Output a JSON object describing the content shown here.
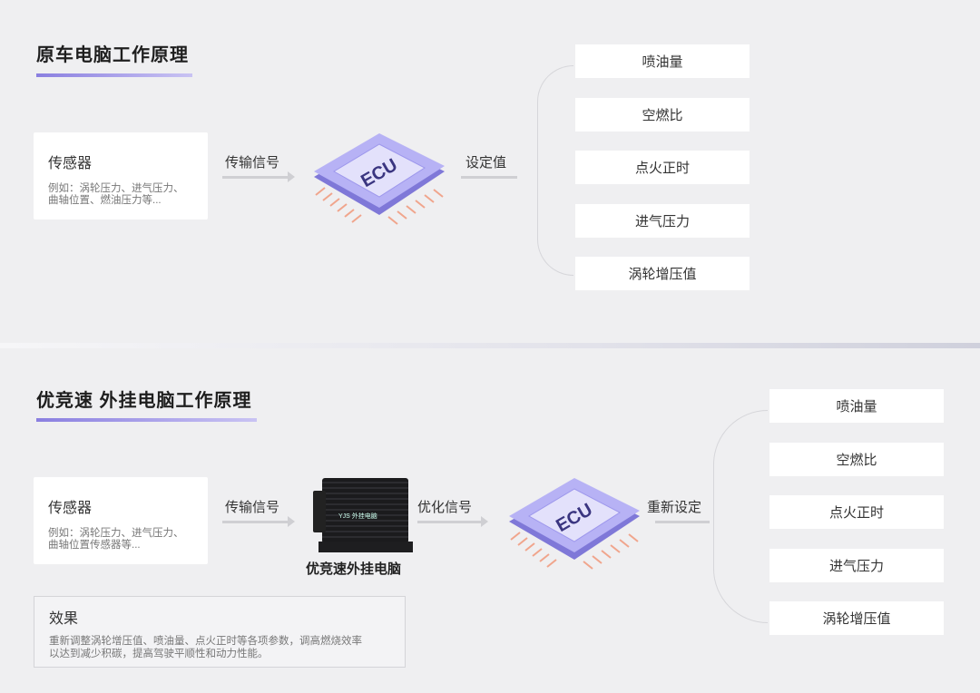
{
  "top": {
    "title": "原车电脑工作原理",
    "sensor": {
      "title": "传感器",
      "desc": "例如：涡轮压力、进气压力、\n曲轴位置、燃油压力等..."
    },
    "signal_label": "传输信号",
    "ecu_label": "ECU",
    "set_label": "设定值",
    "outputs": [
      "喷油量",
      "空燃比",
      "点火正时",
      "进气压力",
      "涡轮增压值"
    ]
  },
  "bottom": {
    "title": "优竞速 外挂电脑工作原理",
    "sensor": {
      "title": "传感器",
      "desc": "例如：涡轮压力、进气压力、\n曲轴位置传感器等..."
    },
    "signal_label": "传输信号",
    "device_label": "优竞速外挂电脑",
    "device_logo": "YJS 外挂电脑",
    "optimize_label": "优化信号",
    "ecu_label": "ECU",
    "reset_label": "重新设定",
    "outputs": [
      "喷油量",
      "空燃比",
      "点火正时",
      "进气压力",
      "涡轮增压值"
    ],
    "effect": {
      "title": "效果",
      "desc": "重新调整涡轮增压值、喷油量、点火正时等各项参数，调高燃烧效率\n以达到减少积碳，提高驾驶平顺性和动力性能。"
    }
  },
  "colors": {
    "accent": "#8a7fe0",
    "chip": "#a9a3f0",
    "pins": "#f0a58c"
  }
}
